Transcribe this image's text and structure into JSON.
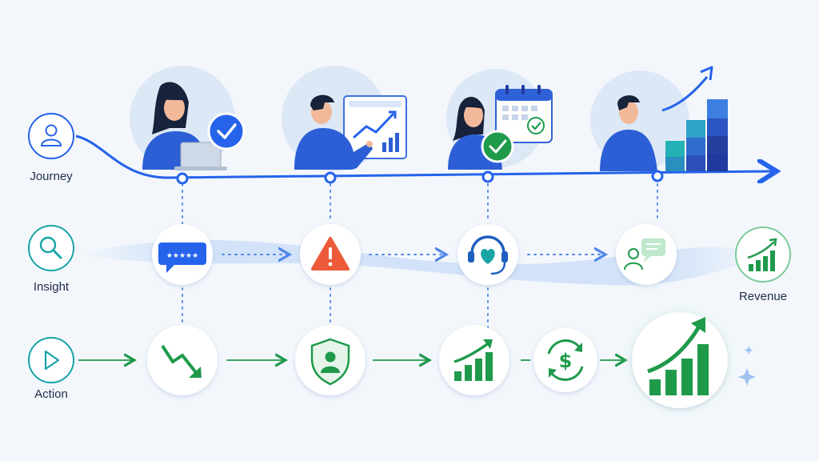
{
  "rows": {
    "journey_label": "Journey",
    "insight_label": "Insight",
    "action_label": "Action"
  },
  "outcome": {
    "label": "Revenue"
  },
  "colors": {
    "journey_blue": "#2563eb",
    "insight_teal": "#18a3a6",
    "action_green": "#1f9a4b",
    "alert_red": "#ec5a3a",
    "bar_navy": "#1e3a9f"
  },
  "journey_steps": [
    {
      "icon": "person-laptop-check-icon"
    },
    {
      "icon": "person-presenting-chart-icon"
    },
    {
      "icon": "person-calendar-check-icon"
    },
    {
      "icon": "person-growth-bars-icon"
    }
  ],
  "insight_steps": [
    {
      "icon": "star-rating-review-icon"
    },
    {
      "icon": "warning-alert-icon"
    },
    {
      "icon": "support-headset-heart-icon"
    },
    {
      "icon": "user-feedback-chat-icon"
    }
  ],
  "action_steps": [
    {
      "icon": "trend-down-icon"
    },
    {
      "icon": "shield-user-icon"
    },
    {
      "icon": "growth-bars-icon"
    },
    {
      "icon": "dollar-cycle-icon"
    },
    {
      "icon": "large-growth-bars-icon"
    }
  ]
}
